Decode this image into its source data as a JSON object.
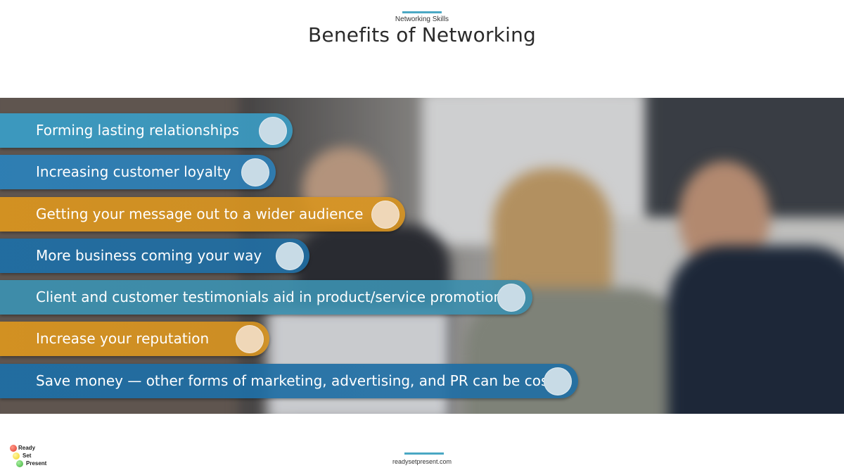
{
  "header": {
    "kicker": "Networking Skills",
    "title": "Benefits of Networking"
  },
  "benefits": [
    {
      "label": "Forming lasting relationships",
      "color": "#3a9cc4"
    },
    {
      "label": "Increasing customer loyalty",
      "color": "#2c80b8"
    },
    {
      "label": "Getting your message out to a wider audience",
      "color": "#d89420"
    },
    {
      "label": "More business coming your way",
      "color": "#1f6ea4"
    },
    {
      "label": "Client and customer testimonials aid in product/service promotion",
      "color": "#3c8fae"
    },
    {
      "label": "Increase your reputation",
      "color": "#d89420"
    },
    {
      "label": "Save money — other forms of marketing, advertising, and PR can be costly",
      "color": "#1f6ea4"
    }
  ],
  "footer": {
    "url": "readysetpresent.com"
  },
  "logo": {
    "line1": "Ready",
    "line2": "Set",
    "line3": "Present",
    "colors": {
      "red": "#e03a2a",
      "yellow": "#f2d21c",
      "green": "#3fae3a"
    }
  }
}
